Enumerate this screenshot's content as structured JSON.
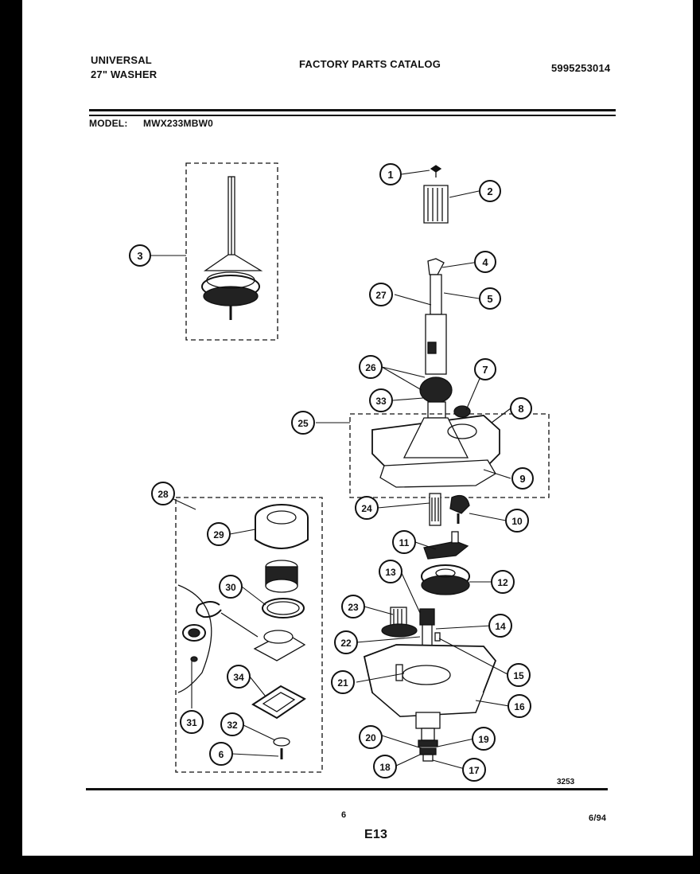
{
  "header": {
    "brand": "UNIVERSAL",
    "product": "27\" WASHER",
    "catalog_title": "FACTORY PARTS CATALOG",
    "catalog_number": "5995253014"
  },
  "model": {
    "label": "MODEL:",
    "value": "MWX233MBW0"
  },
  "diagram": {
    "callouts": [
      "1",
      "2",
      "3",
      "4",
      "5",
      "27",
      "26",
      "7",
      "33",
      "25",
      "8",
      "9",
      "24",
      "10",
      "11",
      "12",
      "13",
      "23",
      "14",
      "22",
      "15",
      "21",
      "16",
      "20",
      "19",
      "18",
      "17",
      "28",
      "29",
      "30",
      "34",
      "31",
      "32",
      "6"
    ],
    "figure_code": "3253"
  },
  "footer": {
    "page_number": "6",
    "section_code": "E13",
    "date": "6/94"
  }
}
